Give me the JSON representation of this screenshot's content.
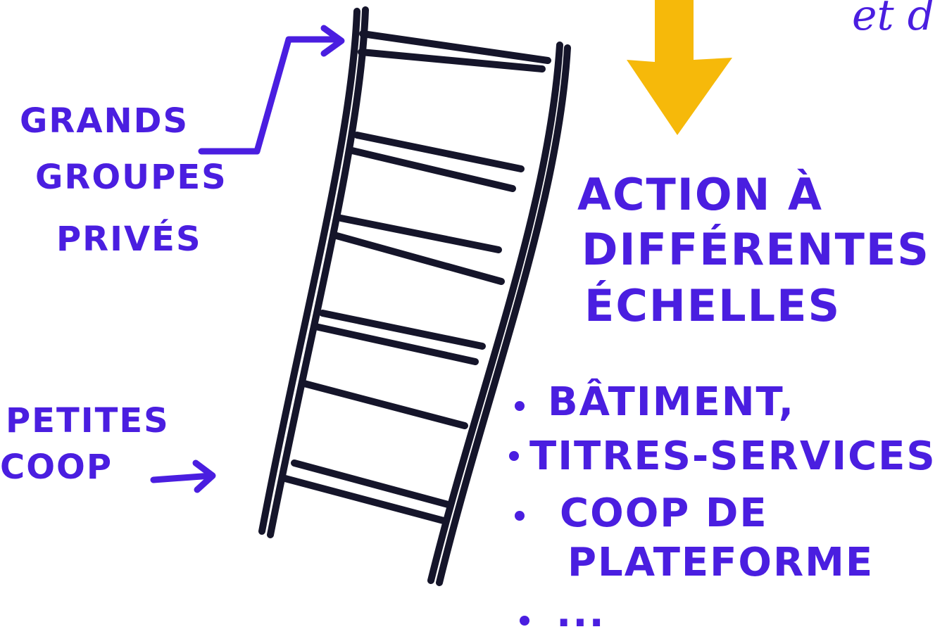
{
  "colors": {
    "ink": "#4a1ee0",
    "ladder": "#15152a",
    "arrow_accent": "#f6b90a"
  },
  "top_right_fragment": "et d",
  "left_label_top": {
    "lines": [
      "GRANDS",
      "GROUPES",
      "PRIVÉS"
    ]
  },
  "left_label_bottom": {
    "lines": [
      "PETITES",
      "COOP"
    ]
  },
  "heading": {
    "lines": [
      "ACTION À",
      "DIFFÉRENTES",
      "ÉCHELLES"
    ]
  },
  "examples": {
    "items": [
      "BÂTIMENT,",
      "TITRES-SERVICES ...",
      "COOP DE PLATEFORME",
      "..."
    ]
  },
  "icons": [
    "ladder-icon",
    "down-arrow-icon",
    "pointer-arrow-icon"
  ]
}
